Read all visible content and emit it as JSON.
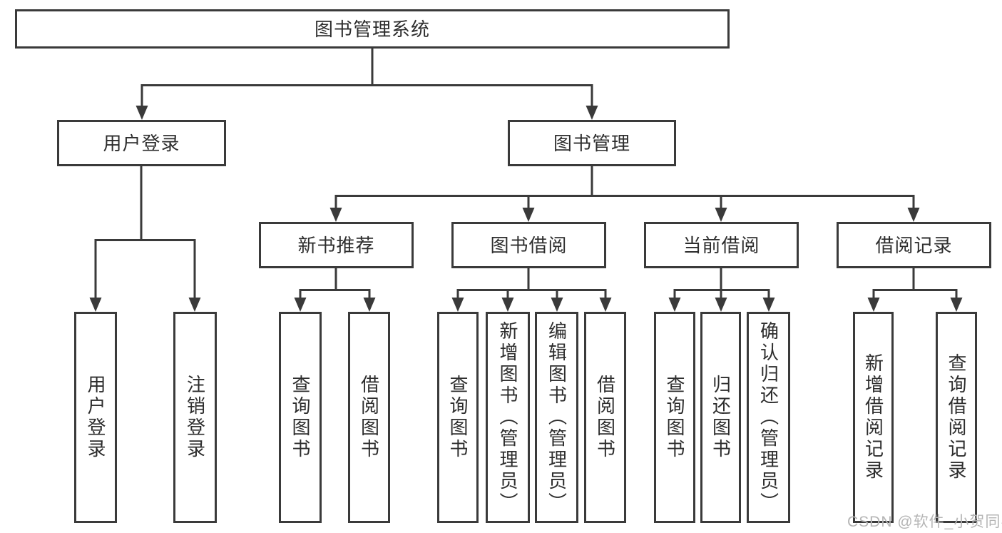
{
  "diagram": {
    "title": "图书管理系统",
    "level2": {
      "user_login": "用户登录",
      "book_mgmt": "图书管理"
    },
    "level3": {
      "new_books": "新书推荐",
      "borrowing": "图书借阅",
      "current": "当前借阅",
      "records": "借阅记录"
    },
    "leaves": {
      "user_login": [
        "用户登录",
        "注销登录"
      ],
      "new_books": [
        "查询图书",
        "借阅图书"
      ],
      "borrowing": [
        "查询图书",
        "新增图书（管理员）",
        "编辑图书（管理员）",
        "借阅图书"
      ],
      "current": [
        "查询图书",
        "归还图书",
        "确认归还（管理员）"
      ],
      "records": [
        "新增借阅记录",
        "查询借阅记录"
      ]
    },
    "watermark": "CSDN @软件_小贺同学",
    "colors": {
      "line": "#3a3a3a",
      "text": "#2d2d2d",
      "watermark": "#b5b5b5",
      "box_bg": "#ffffff",
      "page_bg": "#ffffff"
    }
  }
}
